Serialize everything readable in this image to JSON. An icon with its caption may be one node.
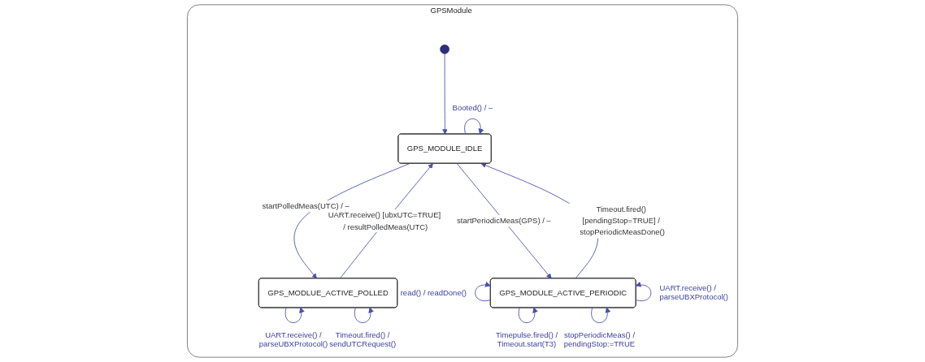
{
  "diagram": {
    "nodes": [
      {
        "text": [
          "GPSModule"
        ]
      },
      {
        "text": [],
        "shape": "circle",
        "in": 0
      },
      {
        "text": [
          "GPS_MODULE_IDLE"
        ],
        "in": 0
      },
      {
        "text": [
          "GPS_MODLUE_ACTIVE_POLLED"
        ],
        "in": 0
      },
      {
        "text": [
          "GPS_MODULE_ACTIVE_PERIODIC"
        ],
        "in": 0
      }
    ],
    "edges": [
      {
        "from": 1,
        "to": 2,
        "arrow": "to"
      },
      {
        "from": 2,
        "to": 2,
        "arrow": "to",
        "label": "Booted() / –"
      },
      {
        "from": 3,
        "to": 2,
        "arrow": "to",
        "label": "UART.receive() [ubxUTC=TRUE] / resultPolledMeas(UTC)"
      },
      {
        "from": 2,
        "to": 3,
        "arrow": "to",
        "label": "startPolledMeas(UTC) / –"
      },
      {
        "from": 2,
        "to": 4,
        "arrow": "to",
        "label": "startPeriodicMeas(GPS) / –"
      },
      {
        "from": 4,
        "to": 2,
        "arrow": "to",
        "label": "Timeout.fired() [pendingStop=TRUE] / stopPeriodicMeasDone()"
      },
      {
        "from": 4,
        "to": 4,
        "arrow": "to",
        "label": "UART.receive() / parseUBXProtocol()"
      },
      {
        "from": 4,
        "to": 4,
        "arrow": "to",
        "label": "read() / readDone()"
      },
      {
        "from": 3,
        "to": 3,
        "arrow": "to",
        "label": "UART.receive() / parseUBXProtocol()"
      },
      {
        "from": 3,
        "to": 3,
        "arrow": "to",
        "label": "Timeout.fired() / sendUTCRequest()"
      },
      {
        "from": 4,
        "to": 4,
        "arrow": "to",
        "label": "Timepulse.fired() / Timeout.start(T3)"
      },
      {
        "from": 4,
        "to": 4,
        "arrow": "to",
        "label": "stopPeriodicMeas() / pendingStop:=TRUE"
      }
    ]
  }
}
